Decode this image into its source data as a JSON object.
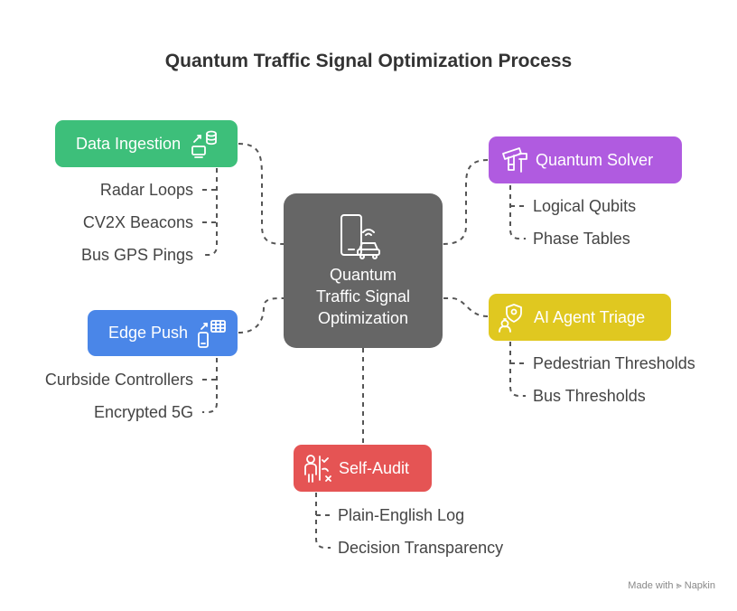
{
  "title": "Quantum Traffic Signal Optimization Process",
  "center": {
    "line1": "Quantum",
    "line2": "Traffic Signal",
    "line3": "Optimization",
    "color": "#666666",
    "icon": "phone-car-icon"
  },
  "nodes": {
    "data_ingestion": {
      "label": "Data Ingestion",
      "color": "#3dbf7a",
      "icon": "data-transfer-icon",
      "items": [
        "Radar Loops",
        "CV2X Beacons",
        "Bus GPS Pings"
      ]
    },
    "edge_push": {
      "label": "Edge Push",
      "color": "#4a86e8",
      "icon": "mobile-table-icon",
      "items": [
        "Curbside Controllers",
        "Encrypted 5G"
      ]
    },
    "quantum_solver": {
      "label": "Quantum Solver",
      "color": "#b05be0",
      "icon": "fan-blocks-icon",
      "items": [
        "Logical Qubits",
        "Phase Tables"
      ]
    },
    "ai_agent_triage": {
      "label": "AI Agent Triage",
      "color": "#e0c820",
      "icon": "agent-badge-icon",
      "items": [
        "Pedestrian Thresholds",
        "Bus Thresholds"
      ]
    },
    "self_audit": {
      "label": "Self-Audit",
      "color": "#e55454",
      "icon": "person-checklist-icon",
      "items": [
        "Plain-English Log",
        "Decision Transparency"
      ]
    }
  },
  "footer": "Made with ⪢ Napkin"
}
